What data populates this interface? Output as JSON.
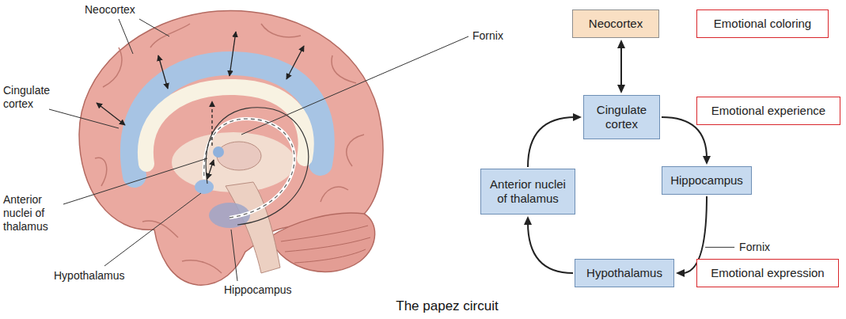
{
  "diagram": {
    "caption": "The papez circuit",
    "nodes": [
      {
        "text": [
          "Neocortex"
        ]
      },
      {
        "text": [
          "Emotional coloring"
        ]
      },
      {
        "text": [
          "Cingulate cortex"
        ]
      },
      {
        "text": [
          "Emotional experience"
        ]
      },
      {
        "text": [
          "Anterior nuclei of thalamus"
        ]
      },
      {
        "text": [
          "Hippocampus"
        ]
      },
      {
        "text": [
          "Hypothalamus"
        ]
      },
      {
        "text": [
          "Emotional expression"
        ]
      }
    ],
    "edges": [
      {
        "from": 0,
        "to": 2,
        "arrow": "both"
      },
      {
        "from": 2,
        "to": 5,
        "arrow": "to"
      },
      {
        "from": 5,
        "to": 6,
        "arrow": "to",
        "label": "Fornix"
      },
      {
        "from": 6,
        "to": 4,
        "arrow": "to"
      },
      {
        "from": 4,
        "to": 2,
        "arrow": "to"
      }
    ],
    "labels": [
      "Neocortex",
      "Cingulate cortex",
      "Fornix",
      "Anterior nuclei of thalamus",
      "Hypothalamus",
      "Hippocampus"
    ]
  }
}
